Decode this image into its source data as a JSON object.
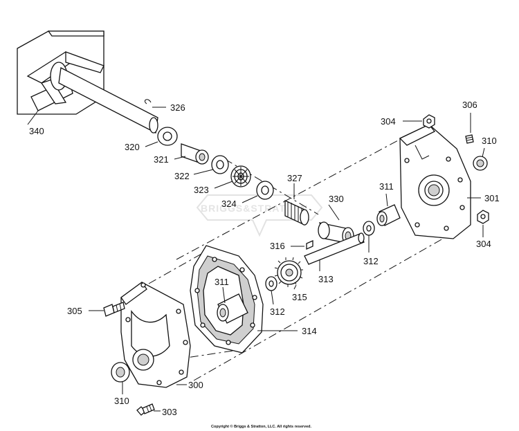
{
  "parts": {
    "p340": "340",
    "p326": "326",
    "p320": "320",
    "p321": "321",
    "p322": "322",
    "p323": "323",
    "p324": "324",
    "p327": "327",
    "p330": "330",
    "p304_top": "304",
    "p306": "306",
    "p310_right": "310",
    "p311_right": "311",
    "p301": "301",
    "p304_bottom": "304",
    "p316": "316",
    "p312_right": "312",
    "p313": "313",
    "p311_center": "311",
    "p312_left": "312",
    "p315": "315",
    "p305": "305",
    "p314": "314",
    "p300": "300",
    "p310_left": "310",
    "p303": "303"
  },
  "watermark": "BRIGGS&STRATTON",
  "copyright": "Copyright © Briggs & Stratton, LLC. All rights reserved."
}
